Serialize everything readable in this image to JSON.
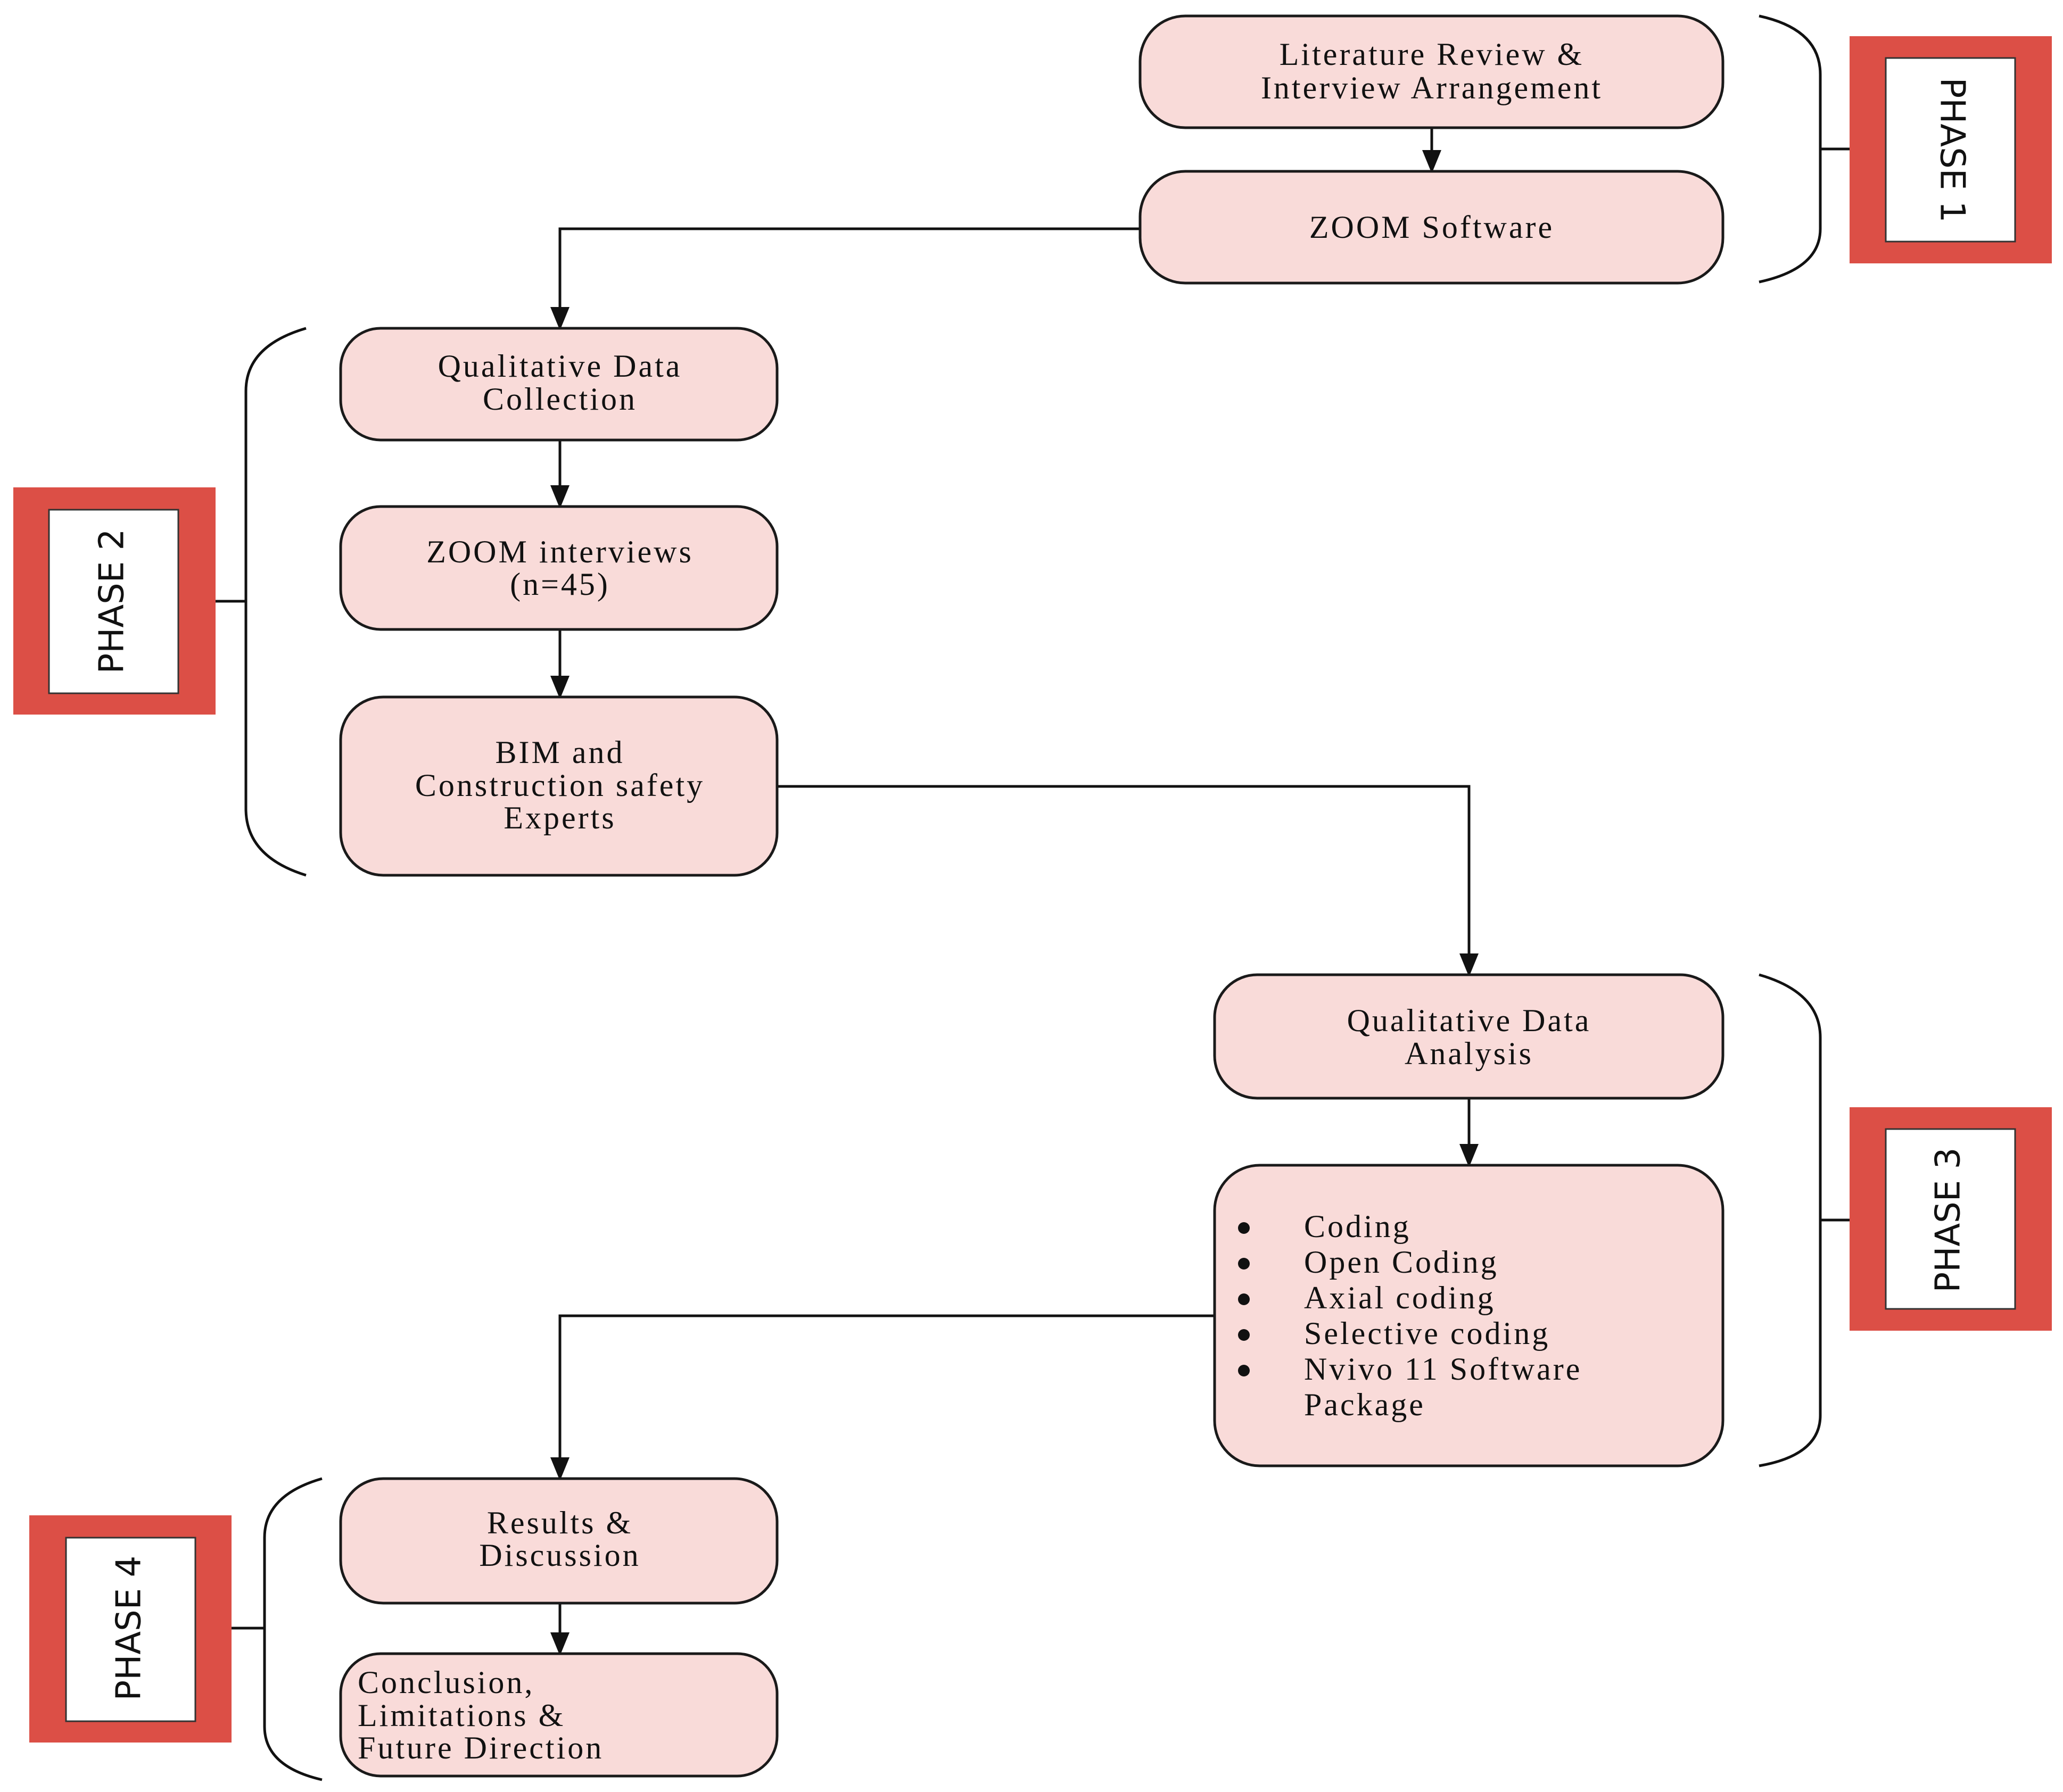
{
  "colors": {
    "node_fill": "#f9dbd9",
    "phase_frame": "#dc4f46",
    "phase_inner": "#ffffff",
    "line": "#111111"
  },
  "nodes": {
    "literature_review": {
      "lines": [
        "Literature Review &",
        "Interview Arrangement"
      ]
    },
    "zoom_software": {
      "lines": [
        "ZOOM Software"
      ]
    },
    "qualitative_data_collection": {
      "lines": [
        "Qualitative Data",
        "Collection"
      ]
    },
    "zoom_interviews": {
      "lines": [
        "ZOOM interviews",
        "(n=45)"
      ]
    },
    "bim_experts": {
      "lines": [
        "BIM and",
        "Construction safety",
        "Experts"
      ]
    },
    "qualitative_data_analysis": {
      "lines": [
        "Qualitative Data",
        "Analysis"
      ]
    },
    "coding_list": {
      "bullets": [
        "Coding",
        "Open Coding",
        "Axial coding",
        "Selective coding",
        "Nvivo 11 Software",
        "Package"
      ],
      "bulleted": [
        true,
        true,
        true,
        true,
        true,
        false
      ]
    },
    "results_discussion": {
      "lines": [
        "Results &",
        "Discussion"
      ]
    },
    "conclusion": {
      "lines": [
        "Conclusion,",
        "Limitations &",
        "Future Direction"
      ]
    }
  },
  "phases": {
    "phase1": "PHASE 1",
    "phase2": "PHASE 2",
    "phase3": "PHASE 3",
    "phase4": "PHASE 4"
  }
}
